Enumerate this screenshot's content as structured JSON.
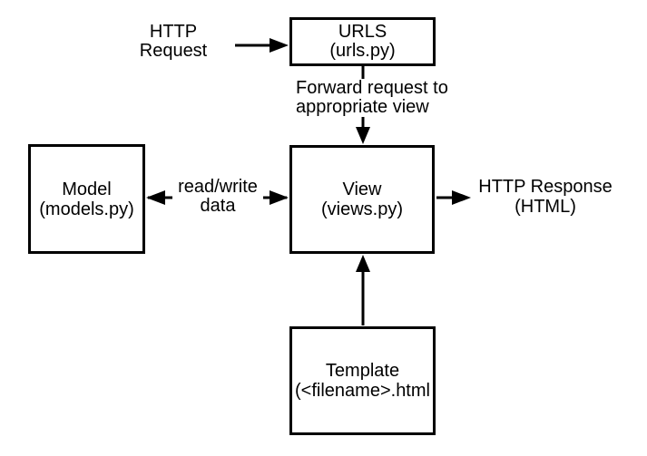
{
  "diagram": {
    "nodes": [
      {
        "id": "urls",
        "line1": "URLS",
        "line2": "(urls.py)"
      },
      {
        "id": "model",
        "line1": "Model",
        "line2": "(models.py)"
      },
      {
        "id": "view",
        "line1": "View",
        "line2": "(views.py)"
      },
      {
        "id": "template",
        "line1": "Template",
        "line2": "(<filename>.html"
      }
    ],
    "labels": {
      "http_request": {
        "line1": "HTTP",
        "line2": "Request"
      },
      "forward": {
        "line1": "Forward request to",
        "line2": "appropriate view"
      },
      "readwrite": {
        "line1": "read/write",
        "line2": "data"
      },
      "http_response": {
        "line1": "HTTP Response",
        "line2": "(HTML)"
      }
    },
    "colors": {
      "stroke": "#000000",
      "background": "#ffffff",
      "text": "#000000"
    }
  }
}
